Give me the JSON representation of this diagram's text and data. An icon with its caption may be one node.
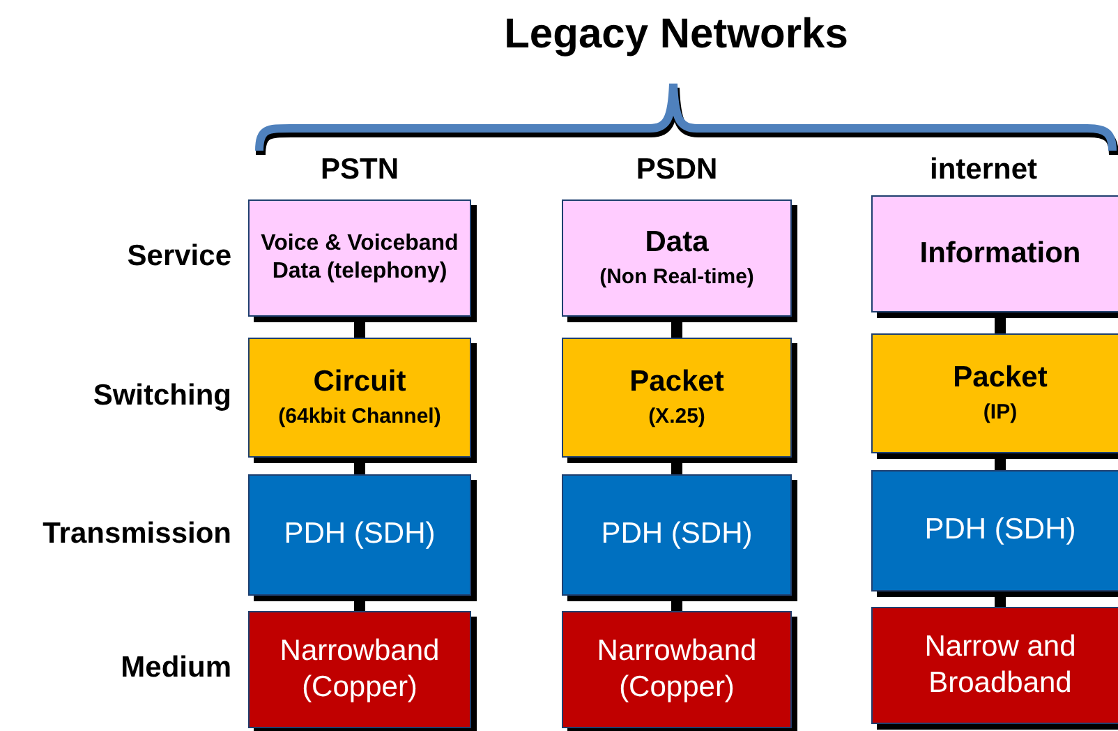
{
  "diagram": {
    "title": "Legacy Networks",
    "nodes": [
      {
        "text": [
          "Voice & Voiceband Data (telephony)"
        ]
      },
      {
        "text": [
          "Data",
          "(Non Real-time)"
        ]
      },
      {
        "text": [
          "Information"
        ]
      },
      {
        "text": [
          "Circuit",
          "(64kbit Channel)"
        ]
      },
      {
        "text": [
          "Packet",
          "(X.25)"
        ]
      },
      {
        "text": [
          "Packet",
          "(IP)"
        ]
      },
      {
        "text": [
          "PDH (SDH)"
        ]
      },
      {
        "text": [
          "PDH (SDH)"
        ]
      },
      {
        "text": [
          "PDH (SDH)"
        ]
      },
      {
        "text": [
          "Narrowband (Copper)"
        ]
      },
      {
        "text": [
          "Narrowband (Copper)"
        ]
      },
      {
        "text": [
          "Narrow and Broadband"
        ]
      }
    ],
    "edges": [
      {
        "from": 0,
        "to": 3,
        "arrow": "none"
      },
      {
        "from": 1,
        "to": 4,
        "arrow": "none"
      },
      {
        "from": 2,
        "to": 5,
        "arrow": "none"
      },
      {
        "from": 3,
        "to": 6,
        "arrow": "none"
      },
      {
        "from": 4,
        "to": 7,
        "arrow": "none"
      },
      {
        "from": 5,
        "to": 8,
        "arrow": "none"
      },
      {
        "from": 6,
        "to": 9,
        "arrow": "none"
      },
      {
        "from": 7,
        "to": 10,
        "arrow": "none"
      },
      {
        "from": 8,
        "to": 11,
        "arrow": "none"
      }
    ],
    "labels": [
      "PSTN",
      "PSDN",
      "internet",
      "Service",
      "Switching",
      "Transmission",
      "Medium"
    ]
  }
}
